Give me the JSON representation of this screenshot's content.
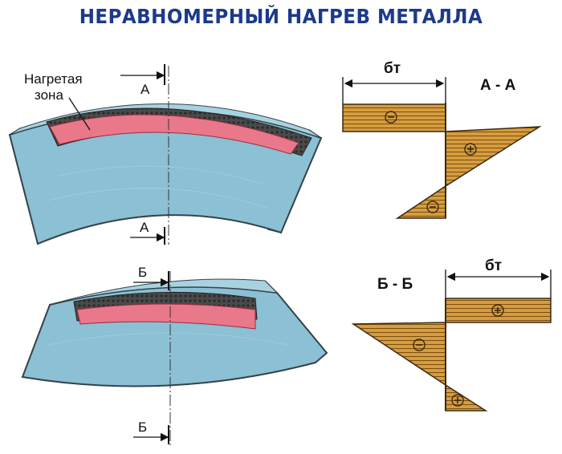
{
  "title": "НЕРАВНОМЕРНЫЙ НАГРЕВ МЕТАЛЛА",
  "heated_zone_label_line1": "Нагретая",
  "heated_zone_label_line2": "зона",
  "section_a_mark": "А",
  "section_b_mark": "Б",
  "section_a_title": "А - А",
  "section_b_title": "Б - Б",
  "stress_label": "бт",
  "colors": {
    "title": "#1c3a8a",
    "plate": "#8cc0d4",
    "heated_zone": "#e8788a",
    "weld_bead": "#3b3b3b",
    "stress_fill": "#d69d3e",
    "stress_hatch": "#7a4c12"
  }
}
